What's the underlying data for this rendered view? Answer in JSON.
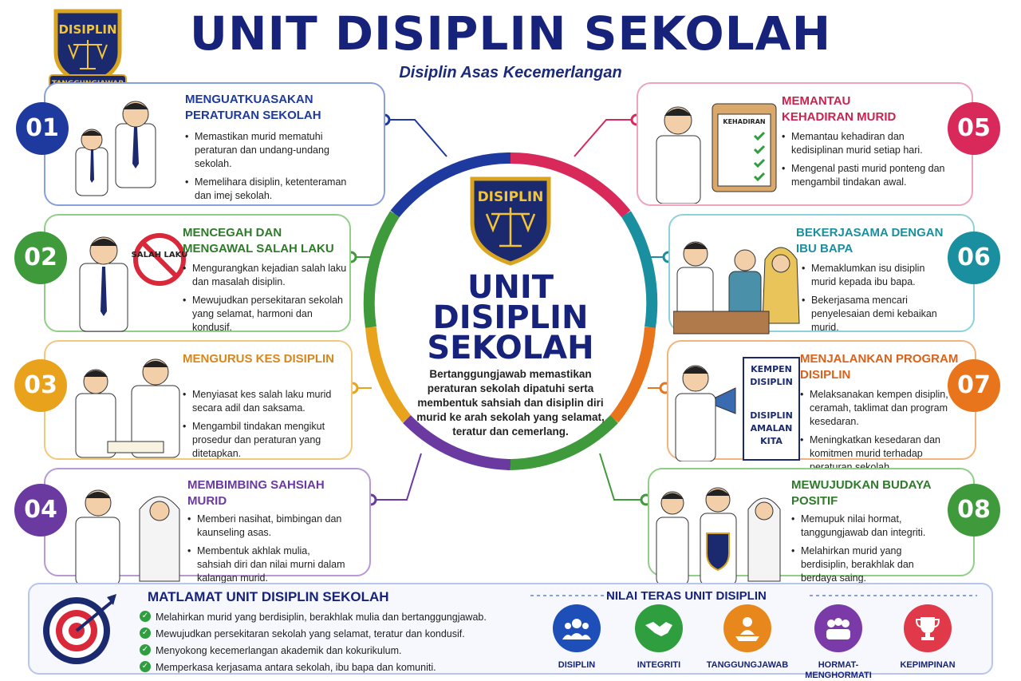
{
  "header": {
    "title": "UNIT DISIPLIN SEKOLAH",
    "subtitle": "Disiplin Asas Kecemerlangan",
    "badge_top": "DISIPLIN",
    "badge_bottom": "TANGGUNGJAWAB"
  },
  "center": {
    "badge_text": "DISIPLIN",
    "title_lines": [
      "UNIT",
      "DISIPLIN",
      "SEKOLAH"
    ],
    "description": "Bertanggungjawab memastikan peraturan sekolah dipatuhi serta membentuk sahsiah dan disiplin diri murid ke arah sekolah yang selamat, teratur dan cemerlang."
  },
  "cards": [
    {
      "number": "01",
      "color": "#1e3a9e",
      "title": "MENGUATKUASAKAN PERATURAN SEKOLAH",
      "points": [
        "Memastikan murid mematuhi peraturan dan undang-undang sekolah.",
        "Memelihara disiplin, ketenteraman dan imej sekolah."
      ]
    },
    {
      "number": "02",
      "color": "#3e9a3a",
      "title": "MENCEGAH DAN MENGAWAL SALAH LAKU",
      "points": [
        "Mengurangkan kejadian salah laku dan masalah disiplin.",
        "Mewujudkan persekitaran sekolah yang selamat, harmoni dan kondusif."
      ],
      "sign": "SALAH LAKU"
    },
    {
      "number": "03",
      "color": "#e8a21c",
      "title": "MENGURUS KES DISIPLIN",
      "points": [
        "Menyiasat kes salah laku murid secara adil dan saksama.",
        "Mengambil tindakan mengikut prosedur dan peraturan yang ditetapkan."
      ]
    },
    {
      "number": "04",
      "color": "#6a3aa0",
      "title": "MEMBIMBING SAHSIAH MURID",
      "points": [
        "Memberi nasihat, bimbingan dan kaunseling asas.",
        "Membentuk akhlak mulia, sahsiah diri dan nilai murni dalam kalangan murid."
      ]
    },
    {
      "number": "05",
      "color": "#d9285a",
      "title": "MEMANTAU KEHADIRAN MURID",
      "points": [
        "Memantau kehadiran dan kedisiplinan murid setiap hari.",
        "Mengenal pasti murid ponteng dan mengambil tindakan awal."
      ],
      "sign": "KEHADIRAN"
    },
    {
      "number": "06",
      "color": "#1a8fa0",
      "title": "BEKERJASAMA DENGAN IBU BAPA",
      "points": [
        "Memaklumkan isu disiplin murid kepada ibu bapa.",
        "Bekerjasama mencari penyelesaian demi kebaikan murid."
      ]
    },
    {
      "number": "07",
      "color": "#e8751c",
      "title": "MENJALANKAN PROGRAM DISIPLIN",
      "points": [
        "Melaksanakan kempen disiplin, ceramah, taklimat dan program kesedaran.",
        "Meningkatkan kesedaran dan komitmen murid terhadap peraturan sekolah."
      ],
      "sign_lines": [
        "KEMPEN",
        "DISIPLIN",
        "DISIPLIN",
        "AMALAN",
        "KITA"
      ]
    },
    {
      "number": "08",
      "color": "#3e9a3a",
      "title": "MEWUJUDKAN BUDAYA POSITIF",
      "points": [
        "Memupuk nilai hormat, tanggungjawab dan integriti.",
        "Melahirkan murid yang berdisiplin, berakhlak dan berdaya saing."
      ]
    }
  ],
  "goals": {
    "title": "MATLAMAT UNIT DISIPLIN SEKOLAH",
    "items": [
      "Melahirkan murid yang berdisiplin, berakhlak mulia dan bertanggungjawab.",
      "Mewujudkan persekitaran sekolah yang selamat, teratur dan kondusif.",
      "Menyokong kecemerlangan akademik dan kokurikulum.",
      "Memperkasa kerjasama antara sekolah, ibu bapa dan komuniti."
    ]
  },
  "values": {
    "title": "NILAI TERAS UNIT DISIPLIN",
    "items": [
      {
        "label": "DISIPLIN",
        "color": "#1e4fb8",
        "icon": "group-icon"
      },
      {
        "label": "INTEGRITI",
        "color": "#2e9e3e",
        "icon": "handshake-icon"
      },
      {
        "label": "TANGGUNGJAWAB",
        "color": "#e8881c",
        "icon": "person-hand-icon"
      },
      {
        "label": "HORMAT-MENGHORMATI",
        "color": "#7a3aa8",
        "icon": "community-icon"
      },
      {
        "label": "KEPIMPINAN",
        "color": "#e03a4a",
        "icon": "trophy-icon"
      }
    ]
  }
}
